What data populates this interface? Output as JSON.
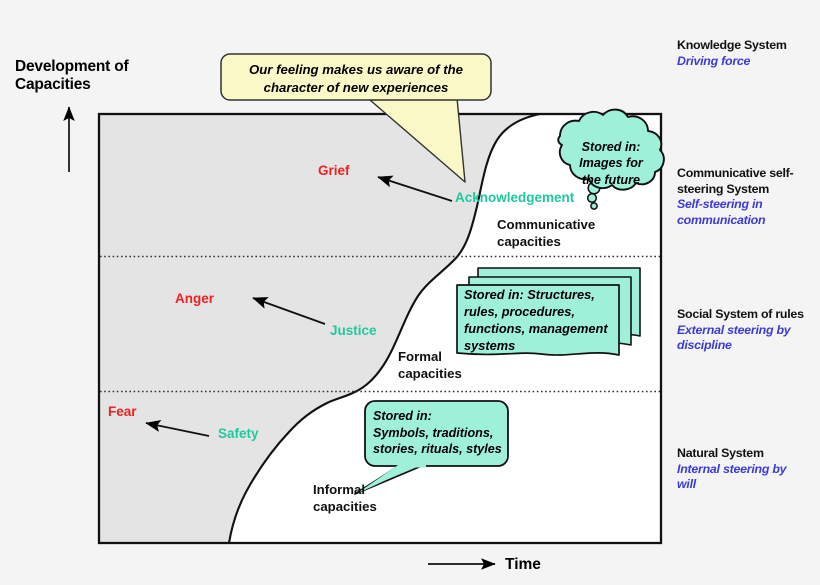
{
  "axes": {
    "y_title": "Development of\nCapacities",
    "y_title_line1": "Development of",
    "y_title_line2": "Capacities",
    "x_title": "Time",
    "y_arrow_icon": "up-arrow-icon",
    "x_arrow_icon": "right-arrow-icon"
  },
  "colors": {
    "emotion_red": "#ee2222",
    "value_teal": "#1fc9a0",
    "legend_blue": "#3b3bd6",
    "callout_yellow": "#fbf8c8",
    "callout_mint": "#9ff0d8",
    "plot_grey": "#e4e4e4",
    "plot_white": "#ffffff",
    "stroke_black": "#000000",
    "page_bg": "#f4f4f4"
  },
  "plot": {
    "grey_region_label": "undeveloped-capacity-region",
    "white_region_label": "developed-capacity-region",
    "divider_count": 2
  },
  "bands": [
    {
      "id": "knowledge",
      "title": "Knowledge System",
      "subtitle": "Driving force"
    },
    {
      "id": "communicative",
      "title": "Communicative self-\nsteering System",
      "subtitle": "Self-steering in\ncommunication"
    },
    {
      "id": "social",
      "title": "Social System of rules",
      "subtitle": "External steering by\ndiscipline"
    },
    {
      "id": "natural",
      "title": "Natural System",
      "subtitle": "Internal steering by\nwill"
    }
  ],
  "emotions": [
    {
      "id": "grief",
      "label": "Grief"
    },
    {
      "id": "anger",
      "label": "Anger"
    },
    {
      "id": "fear",
      "label": "Fear"
    }
  ],
  "values": [
    {
      "id": "acknowledgement",
      "label": "Acknowledgement"
    },
    {
      "id": "justice",
      "label": "Justice"
    },
    {
      "id": "safety",
      "label": "Safety"
    }
  ],
  "capacities": [
    {
      "id": "communicative",
      "label": "Communicative\ncapacities"
    },
    {
      "id": "formal",
      "label": "Formal\ncapacities"
    },
    {
      "id": "informal",
      "label": "Informal\ncapacities"
    }
  ],
  "callouts": {
    "feeling": {
      "shape": "rounded-rect-callout",
      "text": "Our feeling makes us aware of the\ncharacter of new experiences"
    },
    "images_future": {
      "shape": "thought-cloud",
      "text": "Stored in:\nImages for\nthe future"
    },
    "structures": {
      "shape": "stacked-documents",
      "text": "Stored in: Structures,\nrules, procedures,\nfunctions, management\nsystems"
    },
    "symbols": {
      "shape": "speech-bubble",
      "text": "Stored in:\nSymbols, traditions,\nstories, rituals, styles"
    }
  }
}
